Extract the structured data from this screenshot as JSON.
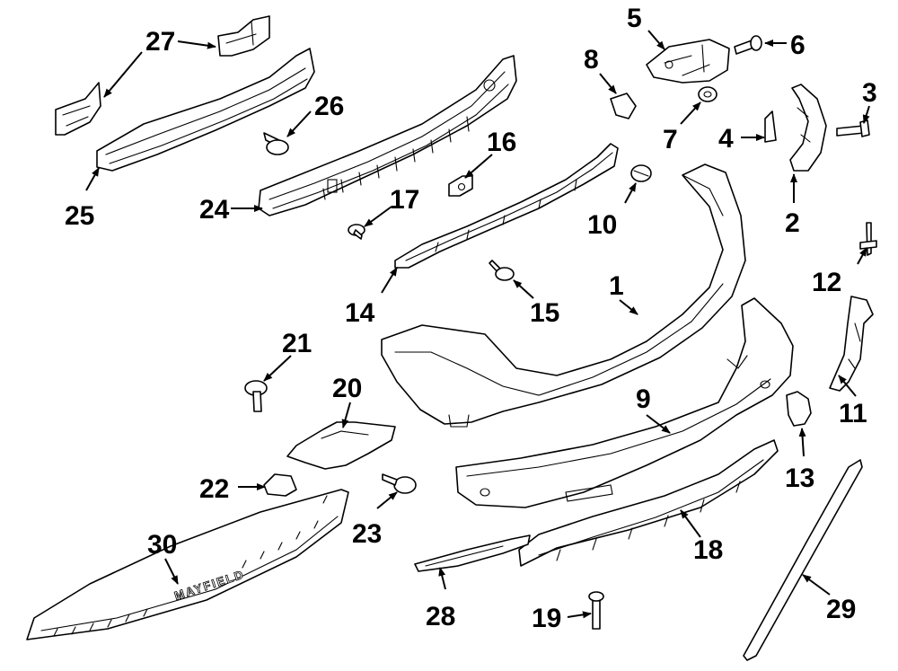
{
  "diagram": {
    "callouts": [
      {
        "id": "c1",
        "label": "1"
      },
      {
        "id": "c2",
        "label": "2"
      },
      {
        "id": "c3",
        "label": "3"
      },
      {
        "id": "c4",
        "label": "4"
      },
      {
        "id": "c5",
        "label": "5"
      },
      {
        "id": "c6",
        "label": "6"
      },
      {
        "id": "c7",
        "label": "7"
      },
      {
        "id": "c8",
        "label": "8"
      },
      {
        "id": "c9",
        "label": "9"
      },
      {
        "id": "c10",
        "label": "10"
      },
      {
        "id": "c11",
        "label": "11"
      },
      {
        "id": "c12",
        "label": "12"
      },
      {
        "id": "c13",
        "label": "13"
      },
      {
        "id": "c14",
        "label": "14"
      },
      {
        "id": "c15",
        "label": "15"
      },
      {
        "id": "c16",
        "label": "16"
      },
      {
        "id": "c17",
        "label": "17"
      },
      {
        "id": "c18",
        "label": "18"
      },
      {
        "id": "c19",
        "label": "19"
      },
      {
        "id": "c20",
        "label": "20"
      },
      {
        "id": "c21",
        "label": "21"
      },
      {
        "id": "c22",
        "label": "22"
      },
      {
        "id": "c23",
        "label": "23"
      },
      {
        "id": "c24",
        "label": "24"
      },
      {
        "id": "c25",
        "label": "25"
      },
      {
        "id": "c26",
        "label": "26"
      },
      {
        "id": "c27",
        "label": "27"
      },
      {
        "id": "c28",
        "label": "28"
      },
      {
        "id": "c29",
        "label": "29"
      },
      {
        "id": "c30",
        "label": "30"
      }
    ],
    "scuff_plate_text": "MAYFIELD"
  }
}
